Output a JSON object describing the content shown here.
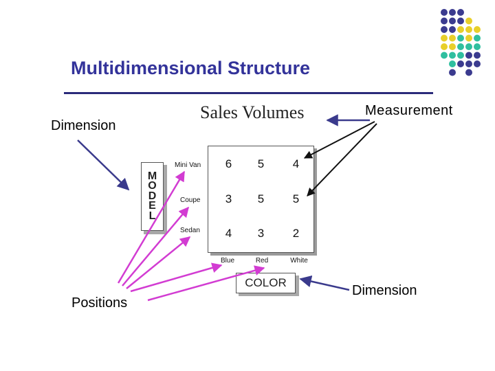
{
  "title": "Multidimensional Structure",
  "labels": {
    "sales_volumes": "Sales Volumes",
    "measurement": "Measurement",
    "dimension_left": "Dimension",
    "dimension_right": "Dimension",
    "positions": "Positions"
  },
  "model_axis": {
    "letters": [
      "M",
      "O",
      "D",
      "E",
      "L"
    ],
    "rows": [
      "Mini Van",
      "Coupe",
      "Sedan"
    ]
  },
  "color_axis": {
    "label": "COLOR",
    "columns": [
      "Blue",
      "Red",
      "White"
    ]
  },
  "cube": {
    "values": [
      [
        "6",
        "5",
        "4"
      ],
      [
        "3",
        "5",
        "5"
      ],
      [
        "4",
        "3",
        "2"
      ]
    ]
  },
  "colors": {
    "title": "#33339a",
    "navy_arrow": "#3a3a8c",
    "magenta_arrow": "#d23cd2",
    "dot_purple": "#3b3b8f",
    "dot_yellow": "#e8cf2a",
    "dot_teal": "#2fbf9f"
  }
}
